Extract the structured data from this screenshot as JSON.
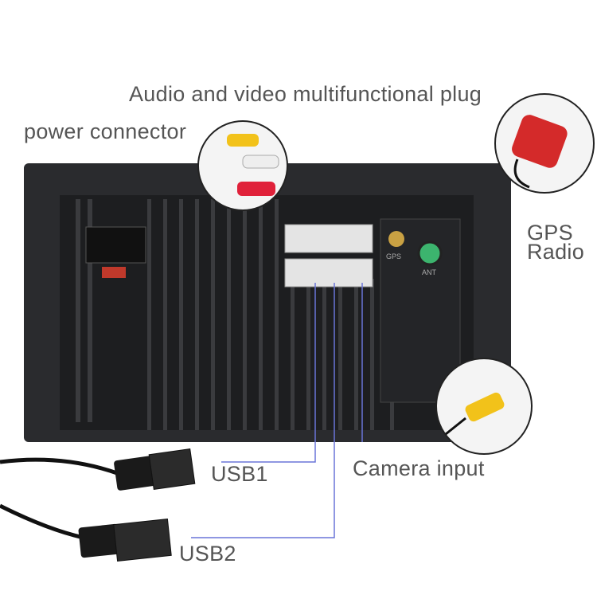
{
  "labels": {
    "av_plug": "Audio and video multifunctional plug",
    "power": "power connector",
    "gps": "GPS",
    "radio": "Radio",
    "usb1": "USB1",
    "usb2": "USB2",
    "camera": "Camera input"
  },
  "device_print": {
    "gps": "GPS",
    "ant": "ANT"
  },
  "colors": {
    "line_start": "#4a6fd6",
    "line_end": "#b070d0",
    "ant_port": "#3cb46e",
    "rca_red": "#e0213a",
    "rca_yellow": "#f2c21a"
  }
}
